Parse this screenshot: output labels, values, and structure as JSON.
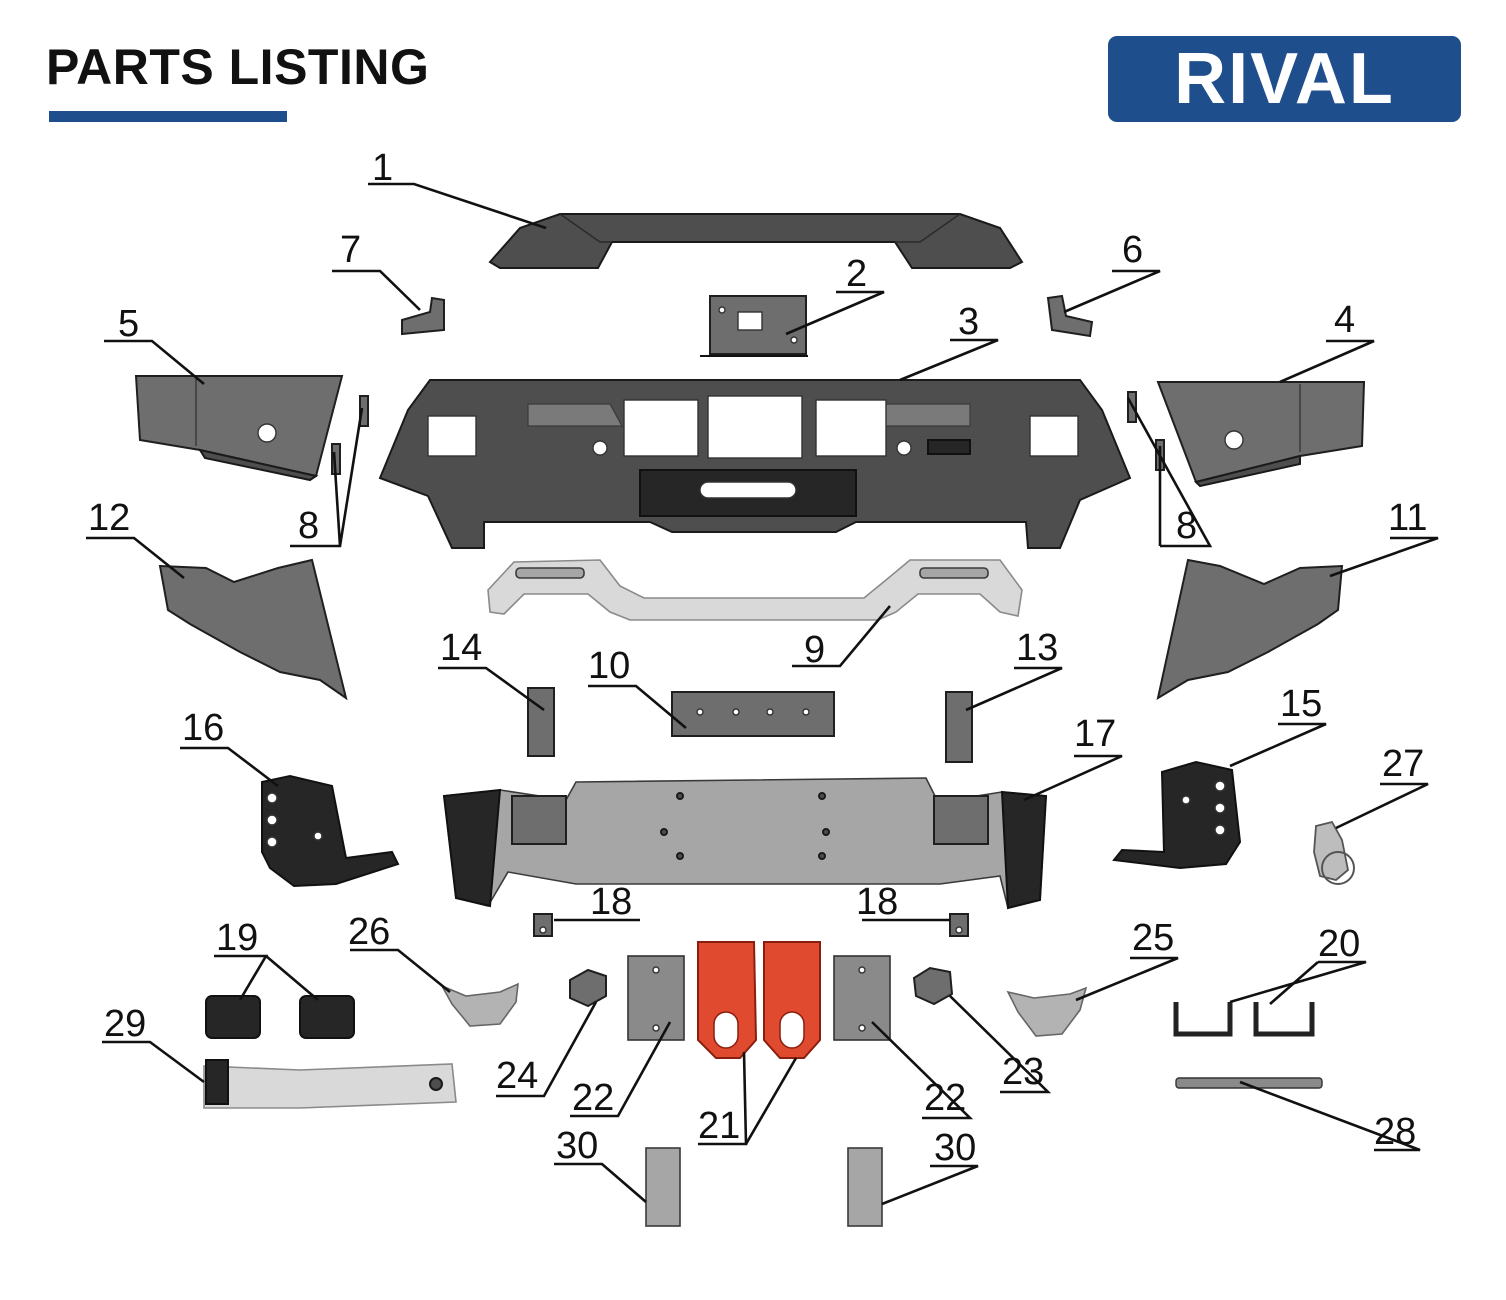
{
  "header": {
    "title": "PARTS LISTING",
    "rule_color": "#1f4e8c"
  },
  "brand": {
    "name": "RIVAL",
    "color": "#1f4e8c"
  },
  "colors": {
    "red_parts": "#e04a2e"
  },
  "callouts": {
    "c1": "1",
    "c2": "2",
    "c3": "3",
    "c4": "4",
    "c5": "5",
    "c6": "6",
    "c7": "7",
    "c8a": "8",
    "c8b": "8",
    "c9": "9",
    "c10": "10",
    "c11": "11",
    "c12": "12",
    "c13": "13",
    "c14": "14",
    "c15": "15",
    "c16": "16",
    "c17": "17",
    "c18a": "18",
    "c18b": "18",
    "c19": "19",
    "c20": "20",
    "c21": "21",
    "c22a": "22",
    "c22b": "22",
    "c23": "23",
    "c24": "24",
    "c25": "25",
    "c26": "26",
    "c27": "27",
    "c28": "28",
    "c29": "29",
    "c30a": "30",
    "c30b": "30"
  }
}
